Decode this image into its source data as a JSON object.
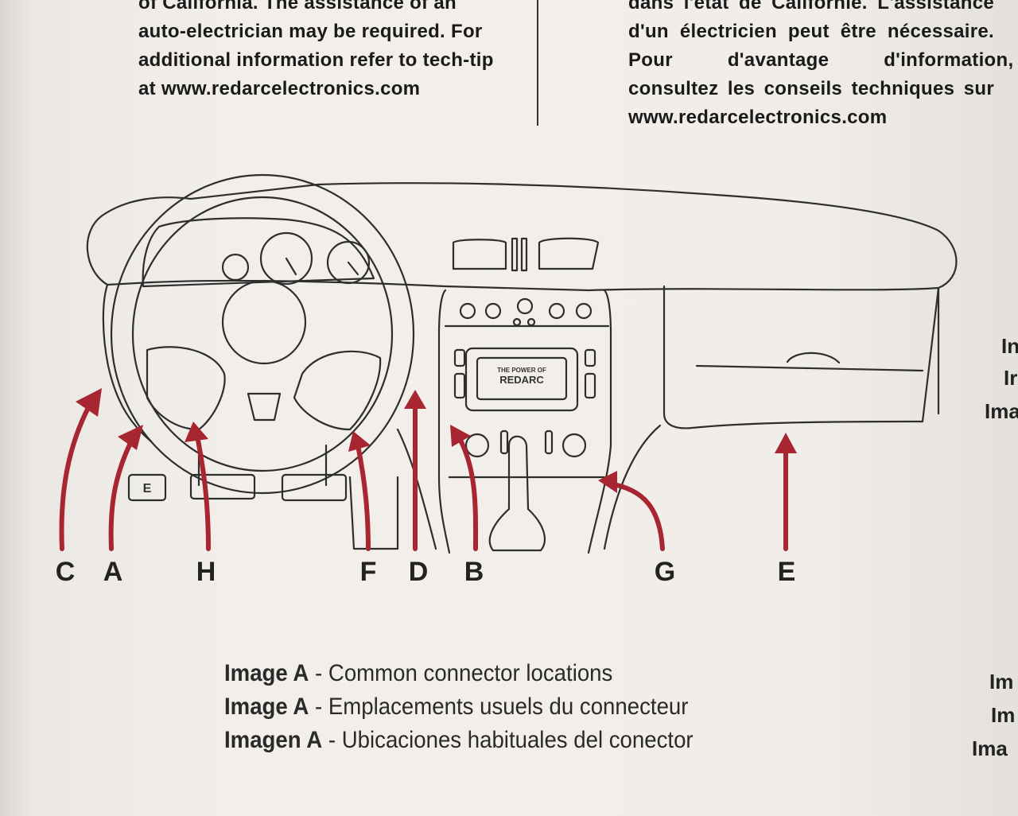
{
  "paragraph_en": {
    "lines": [
      "of California. The assistance of an",
      "auto-electrician may be required. For",
      "additional information refer to tech-tip",
      "at www.redarcelectronics.com"
    ]
  },
  "paragraph_fr": {
    "lines": [
      "dans l'état de Californie. L'assistance",
      "d'un électricien peut être nécessaire.",
      "Pour d'avantage d'information,",
      "consultez les conseils techniques sur",
      "www.redarcelectronics.com"
    ]
  },
  "diagram": {
    "radio_brand": "REDARC",
    "radio_tagline": "THE POWER OF",
    "pedal_label": "E",
    "arrow_color": "#a82532",
    "letters": {
      "c": "C",
      "a": "A",
      "h": "H",
      "f": "F",
      "d": "D",
      "b": "B",
      "g": "G",
      "e": "E"
    }
  },
  "captions": [
    {
      "label": "Image A",
      "sep": " - ",
      "text": "Common connector locations"
    },
    {
      "label": "Image A",
      "sep": " - ",
      "text": "Emplacements usuels du connecteur"
    },
    {
      "label": "Imagen A",
      "sep": " - ",
      "text": "Ubicaciones habituales del conector"
    }
  ],
  "right_edge": {
    "top": [
      "In",
      "Ir",
      "Ima"
    ],
    "bottom": [
      "Im",
      "Im",
      "Ima"
    ]
  }
}
